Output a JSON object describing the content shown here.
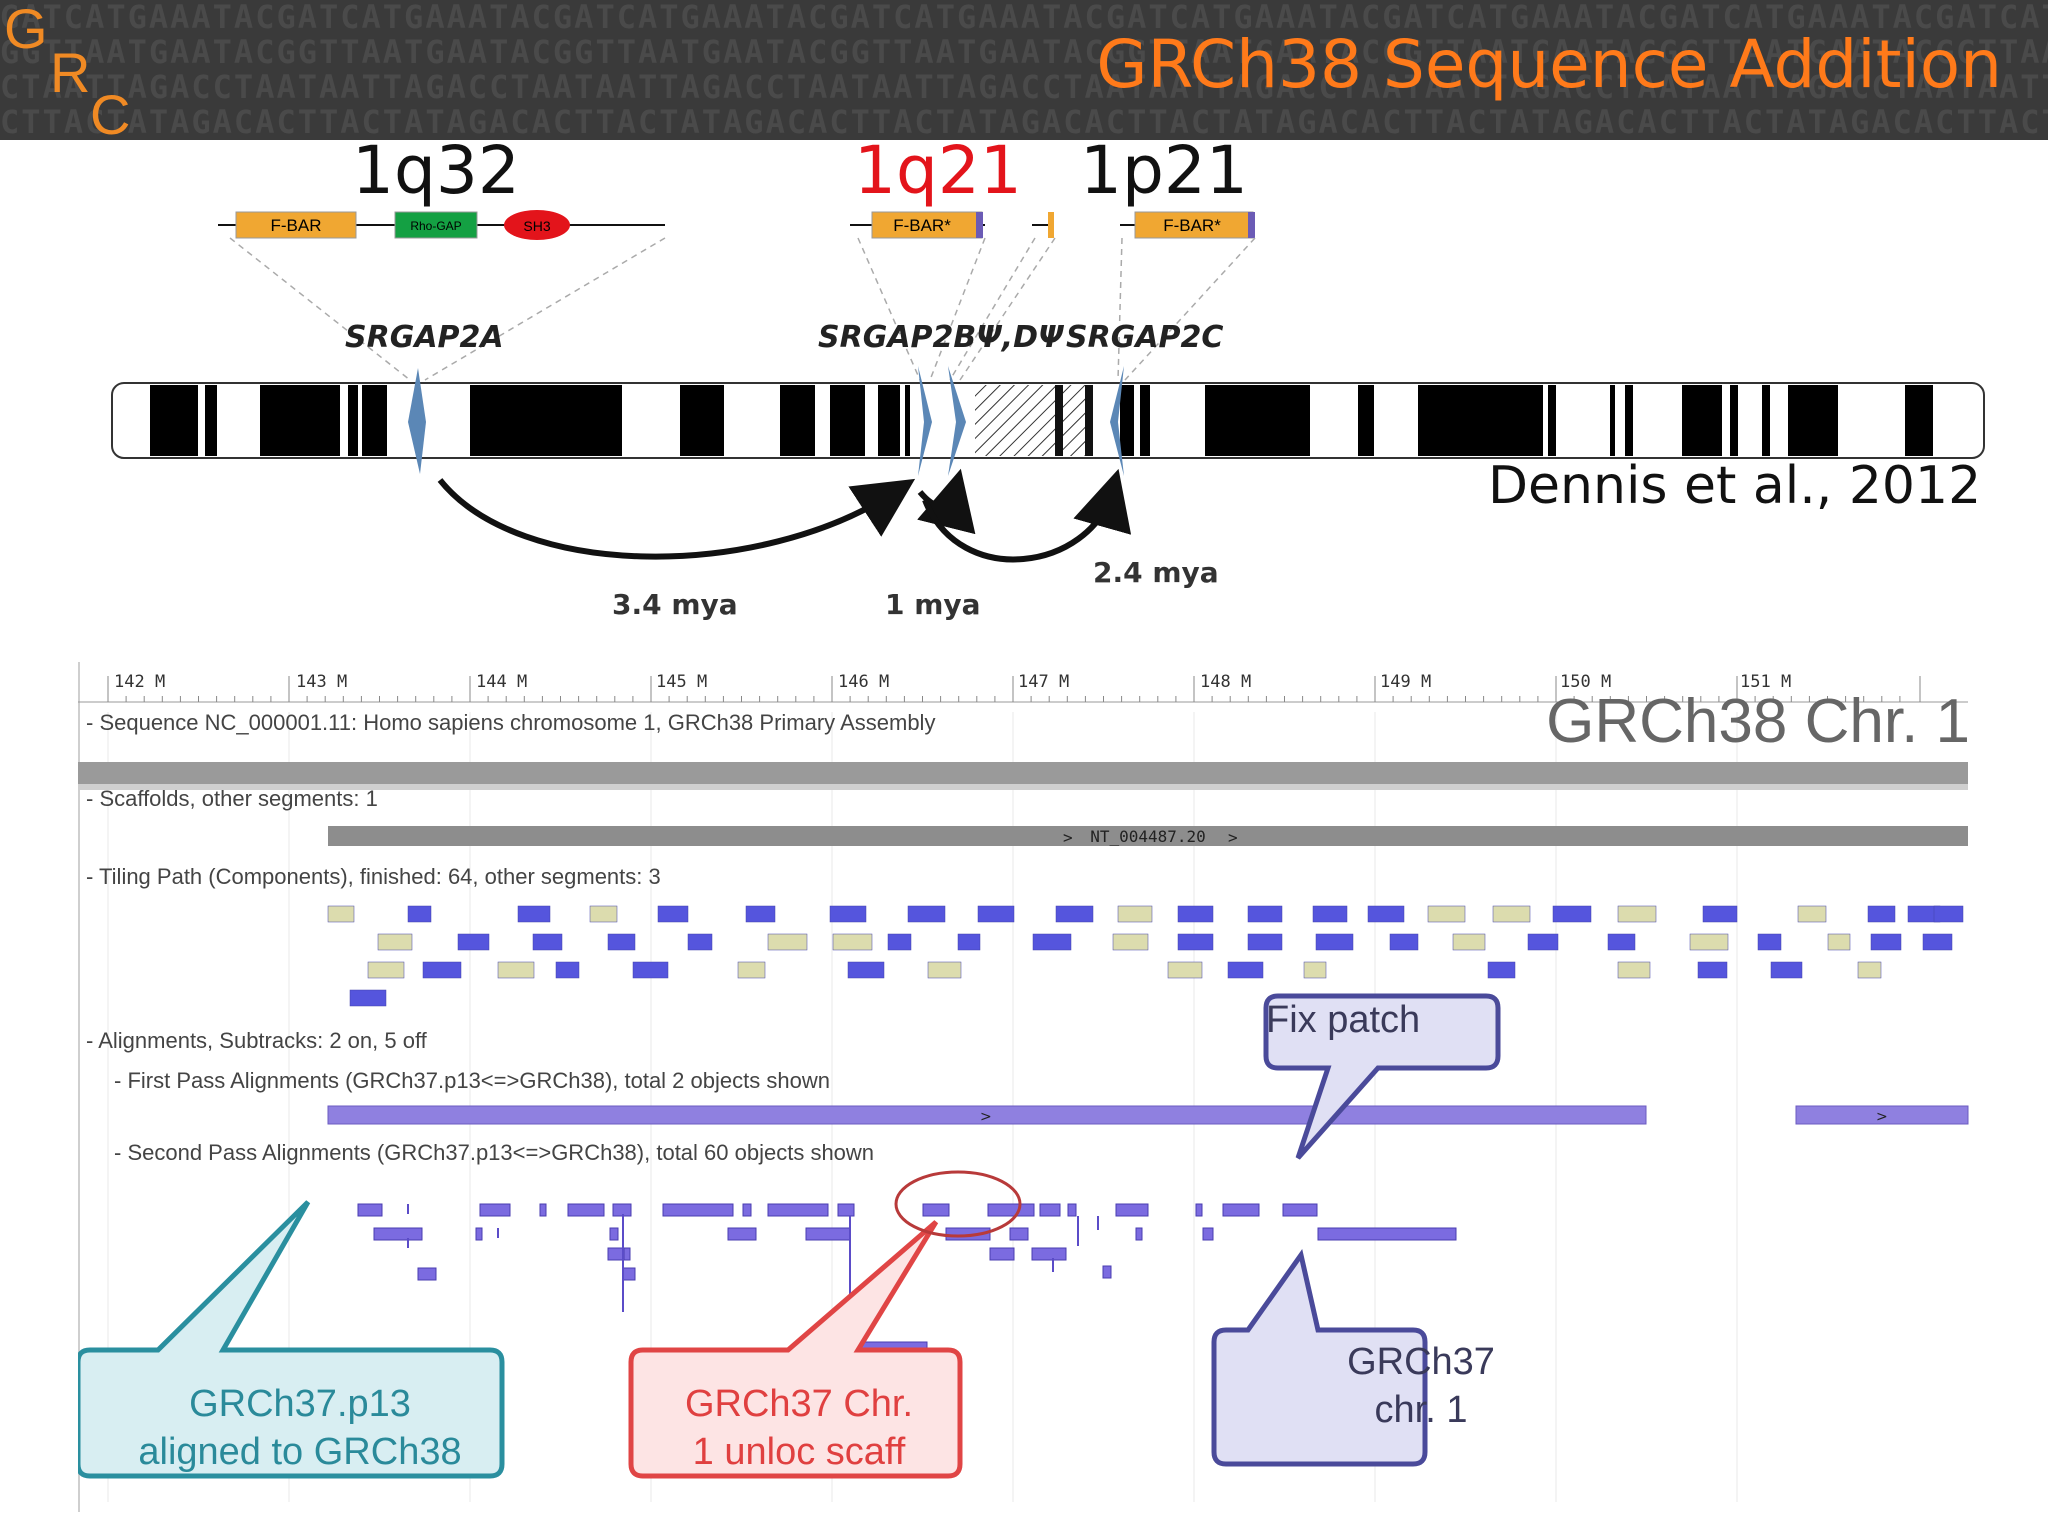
{
  "header": {
    "dna_rows": [
      "GATCATGAAATACGATCATGAAATACGATCATGAAATACGATCATGAAATACGATCATGAAATACGATCATGAAATACGATCATGAAATACGATCATGAAATACG",
      "GGTTAATGAATACGGTTAATGAATACGGTTAATGAATACGGTTAATGAATACGGTTAATGAATACGGTTAATGAATACGGTTAATGAATACGGTTAATGAATAC",
      "CTAATTAGACCTAATAATTAGACCTAATAATTAGACCTAATAATTAGACCTAATAATTAGACCTAATAATTAGACCTAATAATTAGACCTAATAATTAGACCTA",
      "CTTACTATAGACACTTACTATAGACACTTACTATAGACACTTACTATAGACACTTACTATAGACACTTACTATAGACACTTACTATAGACACTTACTATAGACA"
    ],
    "logo": [
      "G",
      "R",
      "C"
    ],
    "title": "GRCh38 Sequence Addition"
  },
  "evolution_diagram": {
    "bands": [
      {
        "name": "1q32",
        "color": "#111111"
      },
      {
        "name": "1q21",
        "color": "#e3141b"
      },
      {
        "name": "1p21",
        "color": "#111111"
      }
    ],
    "domains": {
      "fbar": "F-BAR",
      "rhogap": "Rho-GAP",
      "sh3": "SH3",
      "fbar_star": "F-BAR*"
    },
    "genes": [
      "SRGAP2A",
      "SRGAP2BΨ,DΨ",
      "SRGAP2C"
    ],
    "times": [
      "3.4 mya",
      "1 mya",
      "2.4 mya"
    ],
    "citation": "Dennis et al., 2012",
    "colors": {
      "fbar": "#f0a732",
      "rhogap": "#14a043",
      "sh3": "#e3141b",
      "marker": "#5b87b6"
    }
  },
  "browser": {
    "ruler_ticks": [
      "142 M",
      "143 M",
      "144 M",
      "145 M",
      "146 M",
      "147 M",
      "148 M",
      "149 M",
      "150 M",
      "151 M"
    ],
    "big_label": "GRCh38 Chr. 1",
    "tracks": {
      "sequence": "- Sequence NC_000001.11: Homo sapiens chromosome 1, GRCh38 Primary Assembly",
      "scaffolds": "- Scaffolds, other segments: 1",
      "scaffold_name": "NT_004487.20",
      "tiling": "- Tiling Path (Components), finished: 64, other segments: 3",
      "alignments": "- Alignments, Subtracks: 2 on, 5 off",
      "first_pass": "- First Pass Alignments (GRCh37.p13<=>GRCh38), total 2 objects shown",
      "second_pass": "- Second Pass Alignments (GRCh37.p13<=>GRCh38), total 60 objects shown"
    },
    "callouts": {
      "fix_patch": "Fix patch",
      "grch37p13": [
        "GRCh37.p13",
        "aligned to GRCh38"
      ],
      "unloc": [
        "GRCh37 Chr.",
        "1 unloc scaff"
      ],
      "chr1": [
        "GRCh37",
        "chr. 1"
      ]
    },
    "colors": {
      "component": "#5555dd",
      "other": "#d8d8a8",
      "alignment": "#8f80e0"
    }
  }
}
